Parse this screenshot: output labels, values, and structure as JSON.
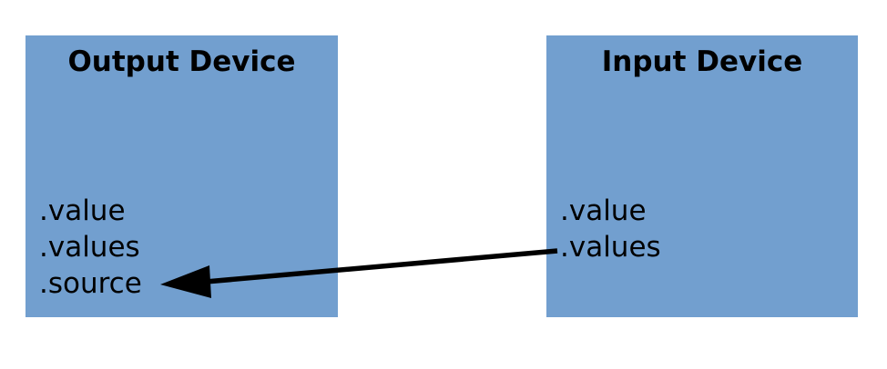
{
  "diagram": {
    "colors": {
      "background": "#ffffff",
      "box_fill": "#729fcf",
      "text": "#000000",
      "arrow": "#000000"
    },
    "nodes": [
      {
        "id": "output-device",
        "title": "Output Device",
        "properties": [
          ".value",
          ".values",
          ".source"
        ]
      },
      {
        "id": "input-device",
        "title": "Input Device",
        "properties": [
          ".value",
          ".values"
        ]
      }
    ],
    "arrow": {
      "from": "input-device .values",
      "to": "output-device .source"
    }
  }
}
